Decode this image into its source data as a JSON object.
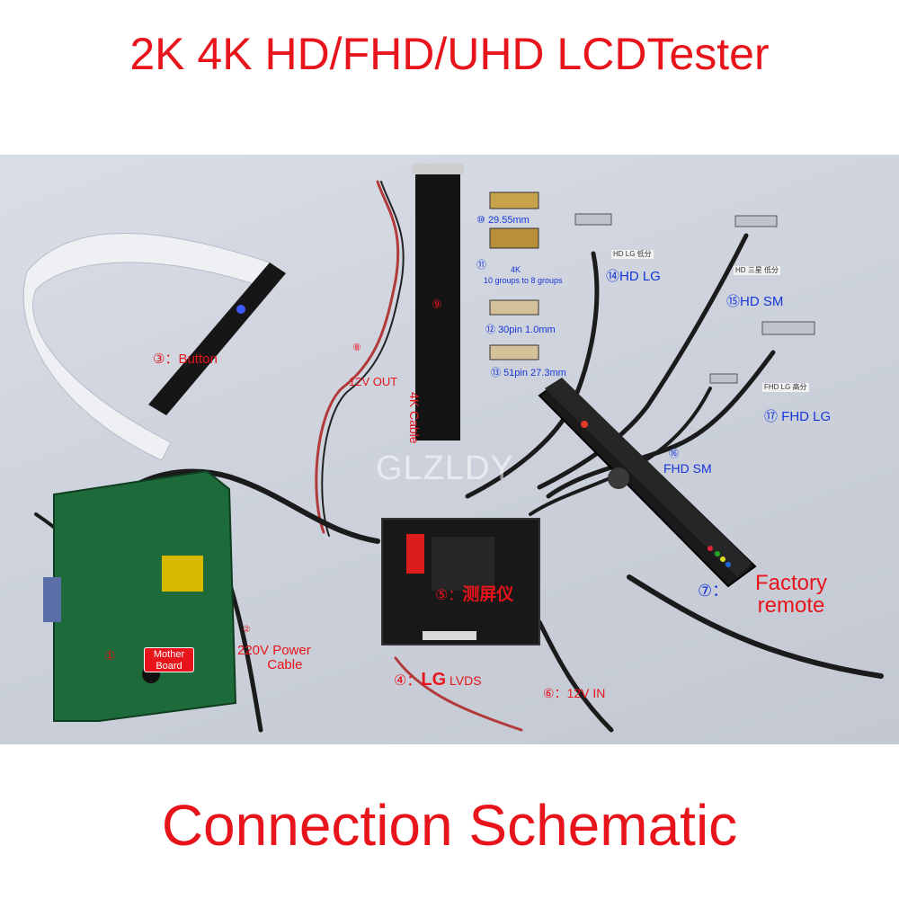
{
  "header": {
    "title": "2K 4K HD/FHD/UHD LCDTester"
  },
  "footer": {
    "caption": "Connection Schematic"
  },
  "photo": {
    "watermark": "GLZLDY",
    "labels": {
      "button_num": "③：",
      "button": "Button",
      "out_num": "⑧",
      "out": "12V OUT",
      "cable_num": "⑨",
      "cable": "4K Cable",
      "c10_num": "⑩",
      "c10": "29.55mm",
      "c11_num": "⑪",
      "c11_a": "4K",
      "c11_b": "10 groups to 8 groups",
      "c12_num": "⑫",
      "c12": "30pin 1.0mm",
      "c13_num": "⑬",
      "c13": "51pin 27.3mm",
      "c14": "⑭HD LG",
      "c14_tag": "HD LG 低分",
      "c15": "⑮HD SM",
      "c15_tag": "HD 三星 低分",
      "c16_num": "⑯",
      "c16": "FHD SM",
      "c17": "⑰ FHD LG",
      "c17_tag": "FHD LG 高分",
      "mother_num": "①",
      "mother_a": "Mother",
      "mother_b": "Board",
      "power_num": "②",
      "power_a": "220V Power",
      "power_b": "Cable",
      "tester_num": "⑤：",
      "tester": "测屏仪",
      "lg_num": "④：",
      "lg_a": "LG",
      "lg_b": " LVDS",
      "in_num": "⑥：",
      "in": "12V IN",
      "remote_num": "⑦：",
      "remote_a": "Factory",
      "remote_b": "remote"
    }
  },
  "colors": {
    "red": "#e8141b",
    "blue": "#1636d8"
  }
}
